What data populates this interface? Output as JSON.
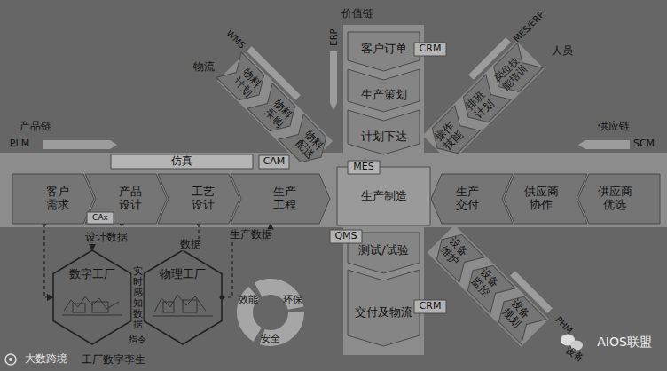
{
  "diagram": {
    "nodes": [
      {
        "text": [
          "客户订单"
        ]
      },
      {
        "text": [
          "生产策划"
        ]
      },
      {
        "text": [
          "计划下达"
        ]
      },
      {
        "text": [
          "物料计划"
        ]
      },
      {
        "text": [
          "物料采购"
        ]
      },
      {
        "text": [
          "物料配送"
        ]
      },
      {
        "text": [
          "操作技能"
        ]
      },
      {
        "text": [
          "排班计划"
        ]
      },
      {
        "text": [
          "岗位技能培训"
        ]
      },
      {
        "text": [
          "客户需求"
        ]
      },
      {
        "text": [
          "产品设计"
        ]
      },
      {
        "text": [
          "工艺设计"
        ]
      },
      {
        "text": [
          "生产工程"
        ]
      },
      {
        "text": [
          "生产制造"
        ]
      },
      {
        "text": [
          "生产交付"
        ]
      },
      {
        "text": [
          "供应商协作"
        ]
      },
      {
        "text": [
          "供应商优选"
        ]
      },
      {
        "text": [
          "测试/试验"
        ]
      },
      {
        "text": [
          "交付及物流"
        ]
      },
      {
        "text": [
          "设备维护"
        ]
      },
      {
        "text": [
          "设备监控"
        ]
      },
      {
        "text": [
          "设备规划"
        ]
      },
      {
        "text": [
          "数字工厂"
        ]
      },
      {
        "text": [
          "物理工厂"
        ]
      },
      {
        "text": [
          "效能"
        ]
      },
      {
        "text": [
          "环保"
        ]
      },
      {
        "text": [
          "安全"
        ]
      },
      {
        "text": [
          "CRM"
        ]
      },
      {
        "text": [
          "仿真"
        ]
      },
      {
        "text": [
          "CAM"
        ]
      },
      {
        "text": [
          "CAx"
        ]
      },
      {
        "text": [
          "MES"
        ]
      },
      {
        "text": [
          "QMS"
        ]
      },
      {
        "text": [
          "CRM"
        ]
      }
    ],
    "edges": [
      {
        "from": 10,
        "to": 22,
        "label": "设计数据",
        "arrow": "to"
      },
      {
        "from": 11,
        "to": 23,
        "label": "数据",
        "arrow": "to"
      },
      {
        "from": 23,
        "to": 12,
        "label": "生产数据",
        "arrow": "to"
      },
      {
        "from": 9,
        "to": 22,
        "arrow": "to"
      }
    ],
    "labels": [
      "价值链",
      "ERP",
      "WMS",
      "物流",
      "MES/ERP",
      "人员",
      "产品链",
      "PLM",
      "供应链",
      "SCM",
      "实时感知数据",
      "指令",
      "工厂数字孪生",
      "PHM",
      "设备",
      "大数跨境",
      "AIOS联盟"
    ]
  }
}
